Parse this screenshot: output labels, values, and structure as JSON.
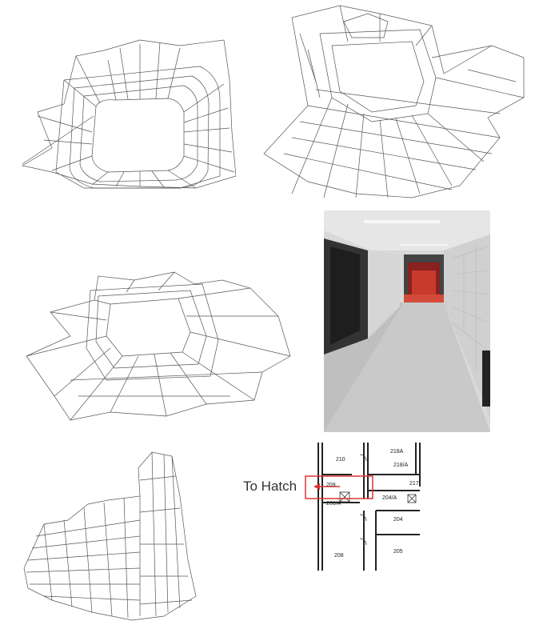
{
  "floorplan": {
    "callout": "To Hatch",
    "rooms": [
      "210",
      "218A",
      "218/A",
      "217",
      "209",
      "208/A",
      "204/A",
      "204",
      "205",
      "208"
    ]
  }
}
